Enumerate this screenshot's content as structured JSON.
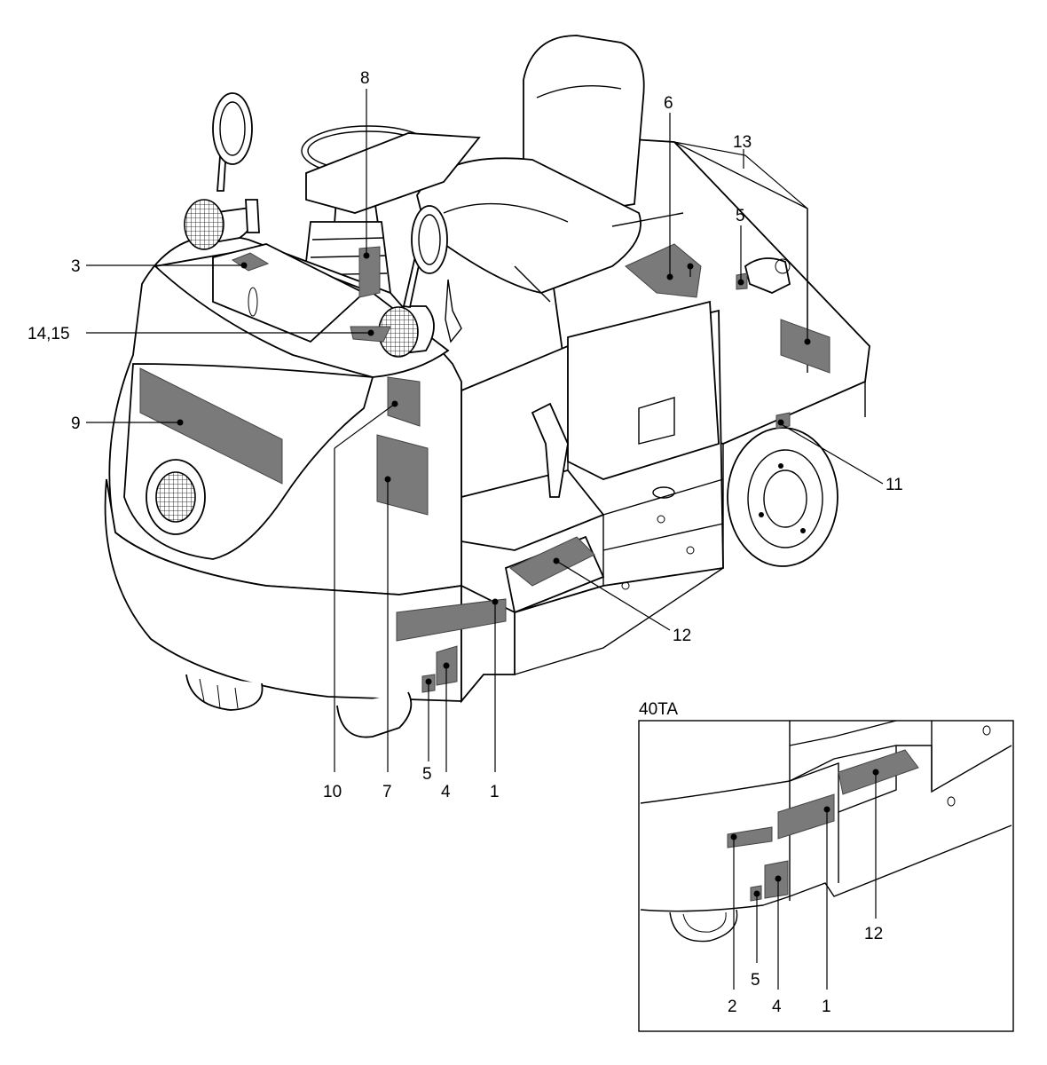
{
  "diagram": {
    "callouts": {
      "c3": "3",
      "c8": "8",
      "c6": "6",
      "c13": "13",
      "c5_top": "5",
      "c14_15": "14,15",
      "c9": "9",
      "c11": "11",
      "c12": "12",
      "c10": "10",
      "c7": "7",
      "c5_bottom": "5",
      "c4": "4",
      "c1": "1"
    },
    "inset": {
      "title": "40TA",
      "callouts": {
        "c12": "12",
        "c5": "5",
        "c2": "2",
        "c4": "4",
        "c1": "1"
      }
    }
  }
}
